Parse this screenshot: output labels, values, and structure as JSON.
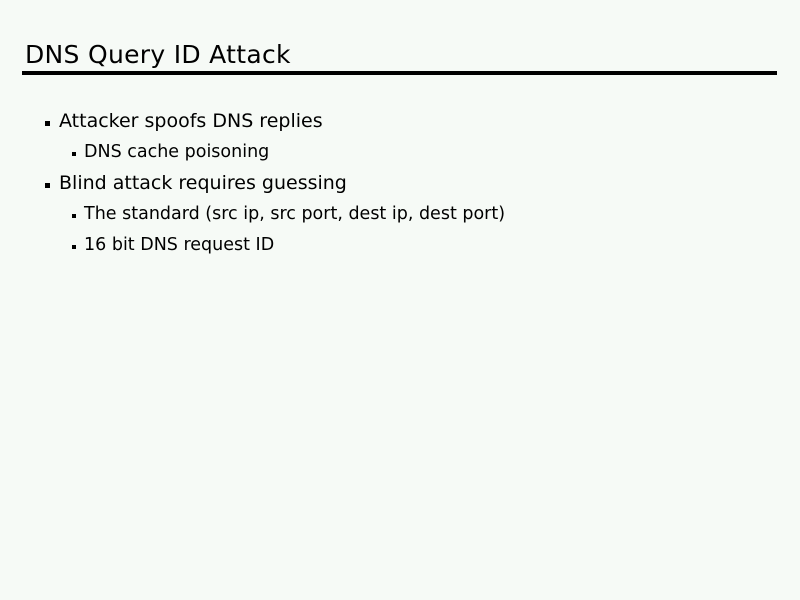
{
  "slide": {
    "title": "DNS Query ID Attack",
    "background_color": "#f6faf6",
    "text_color": "#000000",
    "rule_color": "#000000",
    "bullets": [
      {
        "level": 1,
        "text": "Attacker spoofs DNS replies",
        "marker": "square-bullet"
      },
      {
        "level": 2,
        "text": "DNS cache poisoning",
        "marker": "square-bullet"
      },
      {
        "level": 1,
        "text": "Blind attack requires guessing",
        "marker": "square-bullet"
      },
      {
        "level": 2,
        "text": "The standard (src ip, src port, dest ip, dest port)",
        "marker": "square-bullet"
      },
      {
        "level": 2,
        "text": "16 bit DNS request ID",
        "marker": "square-bullet"
      }
    ]
  }
}
